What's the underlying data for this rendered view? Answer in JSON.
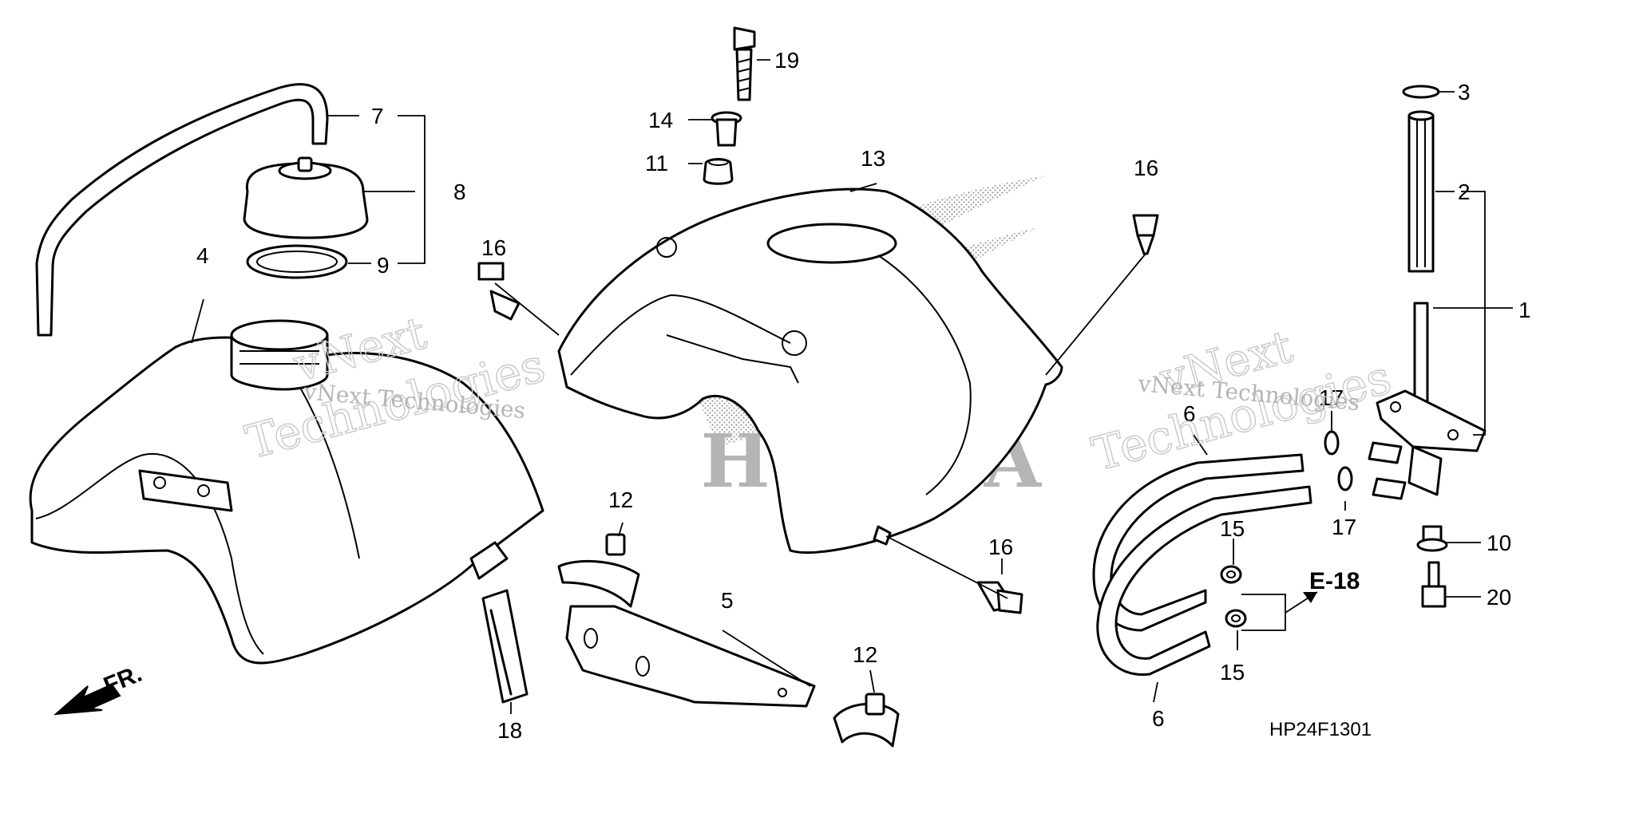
{
  "callouts": [
    {
      "id": "c1",
      "text": "1"
    },
    {
      "id": "c2",
      "text": "2"
    },
    {
      "id": "c3",
      "text": "3"
    },
    {
      "id": "c4",
      "text": "4"
    },
    {
      "id": "c5",
      "text": "5"
    },
    {
      "id": "c6a",
      "text": "6"
    },
    {
      "id": "c6b",
      "text": "6"
    },
    {
      "id": "c7",
      "text": "7"
    },
    {
      "id": "c8",
      "text": "8"
    },
    {
      "id": "c9",
      "text": "9"
    },
    {
      "id": "c10",
      "text": "10"
    },
    {
      "id": "c11",
      "text": "11"
    },
    {
      "id": "c12a",
      "text": "12"
    },
    {
      "id": "c12b",
      "text": "12"
    },
    {
      "id": "c13",
      "text": "13"
    },
    {
      "id": "c14",
      "text": "14"
    },
    {
      "id": "c15a",
      "text": "15"
    },
    {
      "id": "c15b",
      "text": "15"
    },
    {
      "id": "c16a",
      "text": "16"
    },
    {
      "id": "c16b",
      "text": "16"
    },
    {
      "id": "c16c",
      "text": "16"
    },
    {
      "id": "c17a",
      "text": "17"
    },
    {
      "id": "c17b",
      "text": "17"
    },
    {
      "id": "c18",
      "text": "18"
    },
    {
      "id": "c19",
      "text": "19"
    },
    {
      "id": "c20",
      "text": "20"
    }
  ],
  "reference": "E-18",
  "front_marker": "FR.",
  "drawing_code": "HP24F1301",
  "brand_mark": "HONDA",
  "watermark": {
    "line1": "vNext",
    "line2": "Technologies",
    "small": "vNext Technologies"
  }
}
